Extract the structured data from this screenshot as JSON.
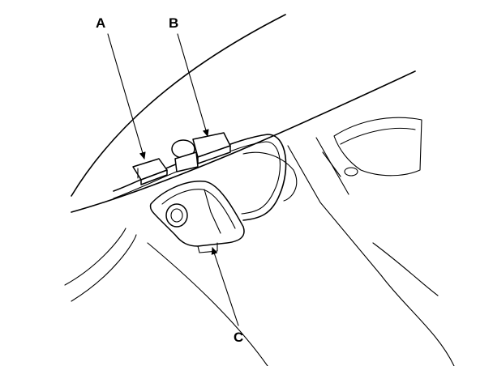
{
  "callouts": [
    {
      "id": "A",
      "text": "A"
    },
    {
      "id": "B",
      "text": "B"
    },
    {
      "id": "C",
      "text": "C"
    }
  ],
  "colors": {
    "line": "#000000",
    "background": "#ffffff"
  },
  "icons": {
    "arrowhead": "arrowhead-icon"
  }
}
